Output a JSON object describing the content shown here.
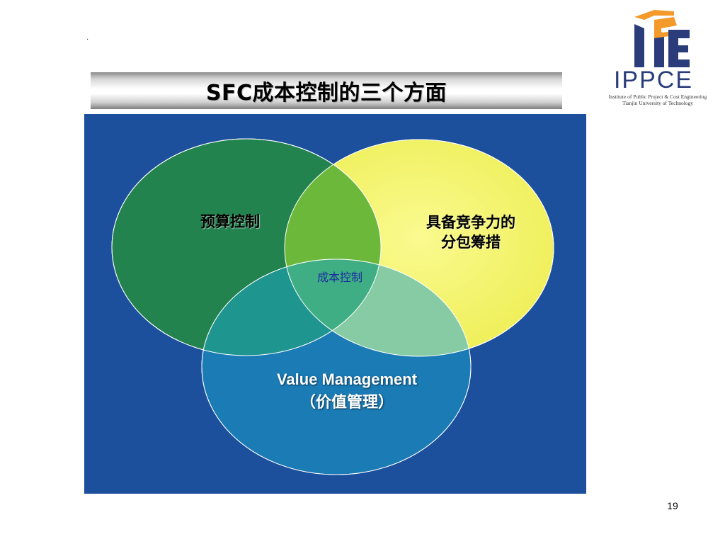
{
  "slide": {
    "dot": ".",
    "title": "SFC成本控制的三个方面",
    "page_number": "19"
  },
  "logo": {
    "name": "IPPCE",
    "line1": "Institute of Public Project & Cost Engineering",
    "line2": "Tianjin University of Technology"
  },
  "diagram": {
    "budget_label": "预算控制",
    "competitive_label_line1": "具备竞争力的",
    "competitive_label_line2": "分包筹措",
    "center_label": "成本控制",
    "vm_label_line1": "Value Management",
    "vm_label_line2": "（价值管理）"
  },
  "colors": {
    "panel_bg": "#1c4f9c",
    "budget_circle": "#23834f",
    "competitive_circle": "#f5f575",
    "vm_circle": "#1a7bb5",
    "title_text": "#000000",
    "logo_blue": "#2a3d7a",
    "logo_orange": "#f39a2a"
  }
}
